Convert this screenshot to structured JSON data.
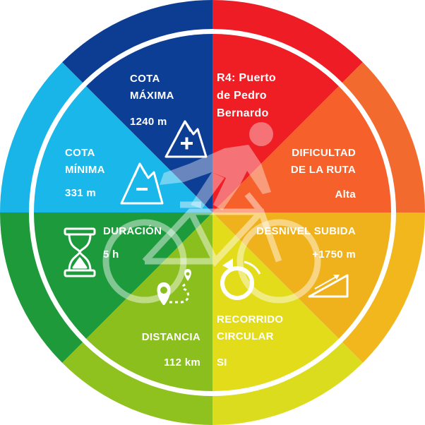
{
  "title": [
    "R4: Puerto",
    "de Pedro",
    "Bernardo"
  ],
  "sectors": {
    "cota_maxima": {
      "label": [
        "COTA",
        "MÁXIMA"
      ],
      "value": "1240 m",
      "color": "#0d3e96",
      "ring_color": "#0c3d93",
      "icon": "mountain-plus-icon"
    },
    "title_sector": {
      "color": "#ef1e25",
      "ring_color": "#ee1c24",
      "icon": "cyclist-icon"
    },
    "dificultad": {
      "label": [
        "DIFICULTAD",
        "DE LA RUTA"
      ],
      "value": "Alta",
      "color": "#f6602a",
      "ring_color": "#f26a2d"
    },
    "desnivel": {
      "label": [
        "DESNIVEL SUBIDA"
      ],
      "value": "+1750 m",
      "color": "#f0b21c",
      "ring_color": "#f1b71d",
      "icon": "elevation-slope-icon"
    },
    "recorrido": {
      "label": [
        "RECORRIDO",
        "CIRCULAR"
      ],
      "value": "SI",
      "color": "#e3dc1a",
      "ring_color": "#dcdc1f",
      "icon": "circular-arrow-icon"
    },
    "distancia": {
      "label": [
        "DISTANCIA"
      ],
      "value": "112 km",
      "color": "#8bbf1e",
      "ring_color": "#8fc21f",
      "icon": "map-pins-icon"
    },
    "duracion": {
      "label": [
        "DURACIÓN"
      ],
      "value": "5 h",
      "color": "#1d9a3b",
      "ring_color": "#1f9a3a",
      "icon": "hourglass-icon"
    },
    "cota_minima": {
      "label": [
        "COTA",
        "MÍNIMA"
      ],
      "value": "331 m",
      "color": "#1ab7ea",
      "ring_color": "#19b5e8",
      "icon": "mountain-minus-icon"
    }
  }
}
